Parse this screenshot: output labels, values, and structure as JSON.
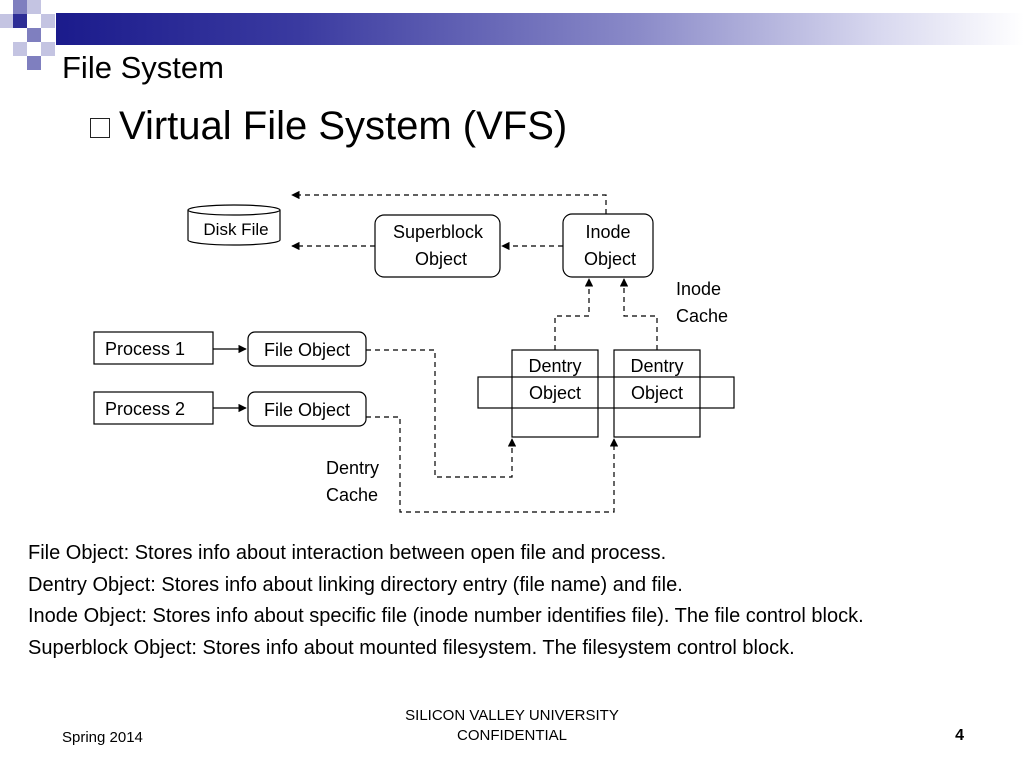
{
  "slide": {
    "title": "File System",
    "bullet": "Virtual File System (VFS)"
  },
  "diagram": {
    "disk_file": "Disk File",
    "superblock": [
      "Superblock",
      "Object"
    ],
    "inode_object": [
      "Inode",
      "Object"
    ],
    "inode_cache": [
      "Inode",
      "Cache"
    ],
    "process_1": "Process 1",
    "process_2": "Process 2",
    "file_object_1": "File Object",
    "file_object_2": "File Object",
    "dentry_object_1": [
      "Dentry",
      "Object"
    ],
    "dentry_object_2": [
      "Dentry",
      "Object"
    ],
    "dentry_cache": [
      "Dentry",
      "Cache"
    ]
  },
  "descriptions": [
    "File Object: Stores info about interaction between open file and process.",
    "Dentry Object: Stores info about linking directory entry (file name) and file.",
    "Inode Object: Stores info about specific file (inode number identifies file). The file control block.",
    "Superblock Object: Stores info about mounted filesystem. The filesystem control block."
  ],
  "footer": {
    "left": "Spring 2014",
    "center_line1": "SILICON VALLEY UNIVERSITY",
    "center_line2": "CONFIDENTIAL",
    "page_number": "4"
  },
  "colors": {
    "bar_dark": "#1b1b8c",
    "square_dark": "#2e2e96",
    "square_mid": "#7f7fbf",
    "square_light": "#c4c4e2"
  }
}
